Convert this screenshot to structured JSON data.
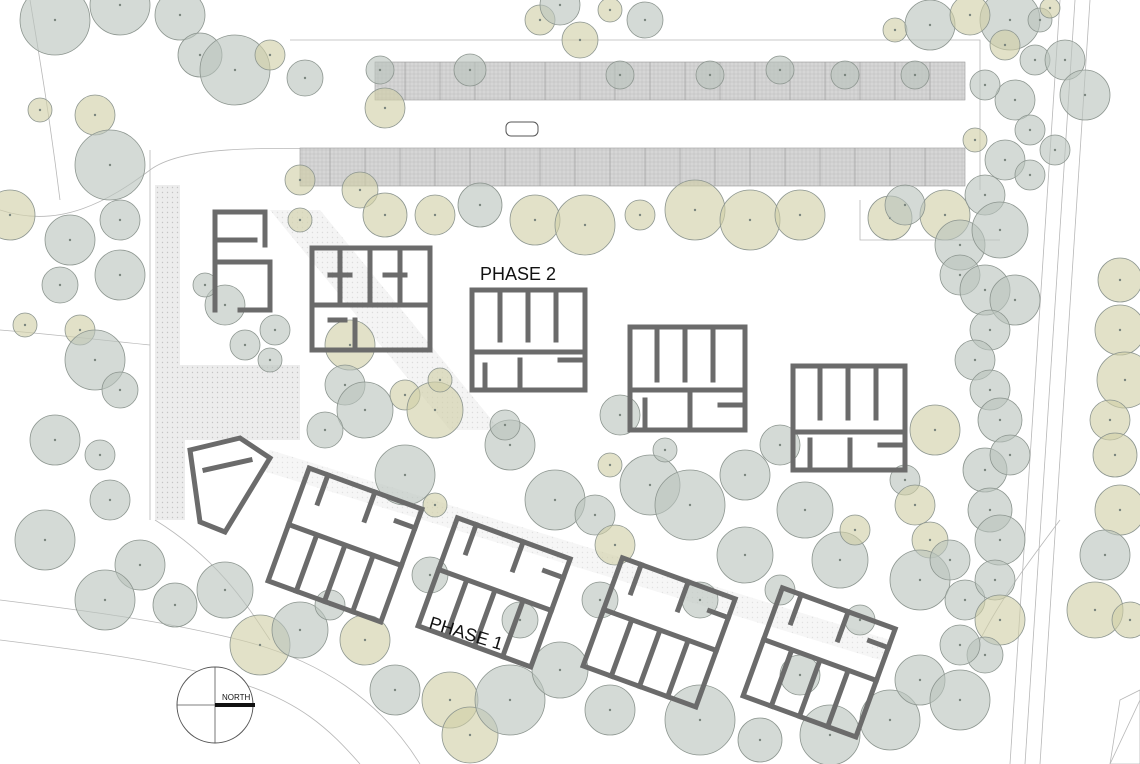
{
  "labels": {
    "phase_2": "PHASE 2",
    "phase_1": "PHASE 1",
    "north": "NORTH"
  }
}
